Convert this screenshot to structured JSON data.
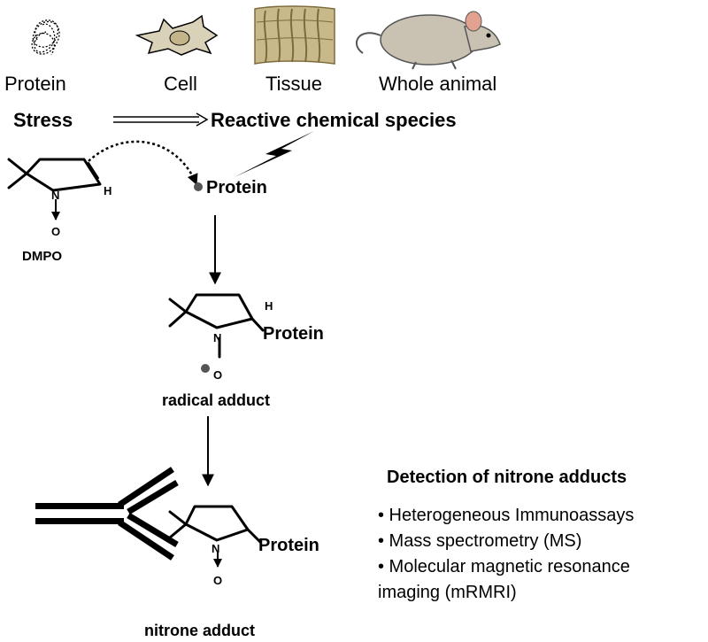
{
  "top_row": {
    "protein_label": "Protein",
    "cell_label": "Cell",
    "tissue_label": "Tissue",
    "animal_label": "Whole animal"
  },
  "stress_line": {
    "stress": "Stress",
    "species": "Reactive chemical species"
  },
  "dmpo": {
    "h_atom": "H",
    "n_atom": "N",
    "o_atom": "O",
    "name": "DMPO"
  },
  "protein_radical": {
    "label": "Protein"
  },
  "radical_adduct": {
    "h_atom": "H",
    "n_atom": "N",
    "o_atom": "O",
    "protein": "Protein",
    "caption": "radical adduct"
  },
  "nitrone_adduct": {
    "n_atom": "N",
    "o_atom": "O",
    "protein": "Protein",
    "caption": "nitrone adduct"
  },
  "detection": {
    "title": "Detection of nitrone adducts",
    "items": [
      "• Heterogeneous Immunoassays",
      "• Mass spectrometry (MS)",
      "• Molecular magnetic resonance",
      "imaging (mRMRI)"
    ]
  },
  "colors": {
    "tissue_fill": "#c8b98a",
    "tissue_stripe": "#7d6b3c",
    "mouse_fill": "#c9c2b2",
    "cell_fill": "#d9d2b8",
    "nucleus_fill": "#c3b48a",
    "radical_dot": "#555555"
  }
}
